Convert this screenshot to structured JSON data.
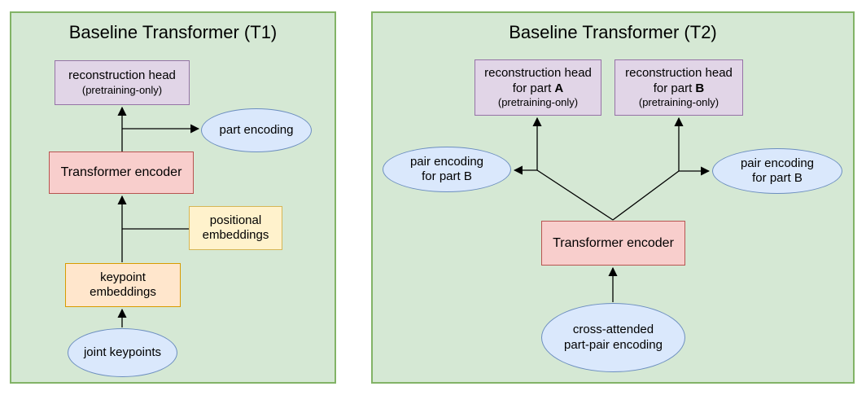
{
  "t1": {
    "title": "Baseline Transformer (T1)",
    "recon_head_line1": "reconstruction head",
    "recon_head_line2": "(pretraining-only)",
    "part_encoding": "part encoding",
    "encoder": "Transformer encoder",
    "positional_line1": "positional",
    "positional_line2": "embeddings",
    "keypoint_line1": "keypoint",
    "keypoint_line2": "embeddings",
    "joint_keypoints": "joint keypoints"
  },
  "t2": {
    "title": "Baseline Transformer (T2)",
    "recon_head_a_line1": "reconstruction head",
    "recon_head_a_prefix": "for part ",
    "recon_head_a_part": "A",
    "recon_head_a_line3": "(pretraining-only)",
    "recon_head_b_line1": "reconstruction head",
    "recon_head_b_prefix": "for part ",
    "recon_head_b_part": "B",
    "recon_head_b_line3": "(pretraining-only)",
    "pair_left_line1": "pair encoding",
    "pair_left_line2": "for part B",
    "pair_right_line1": "pair encoding",
    "pair_right_line2": "for part B",
    "encoder": "Transformer encoder",
    "cross_attended_line1": "cross-attended",
    "cross_attended_line2": "part-pair encoding"
  },
  "colors": {
    "panel_fill": "#d5e8d4",
    "panel_stroke": "#82b366",
    "purple_fill": "#e1d5e7",
    "purple_stroke": "#9673a6",
    "red_fill": "#f8cecc",
    "red_stroke": "#b85450",
    "yellow_fill": "#fff2cc",
    "yellow_stroke": "#d6b656",
    "orange_fill": "#ffe6cc",
    "orange_stroke": "#d79b00",
    "blue_fill": "#dae8fc",
    "blue_stroke": "#6c8ebf",
    "arrow": "#000000"
  }
}
